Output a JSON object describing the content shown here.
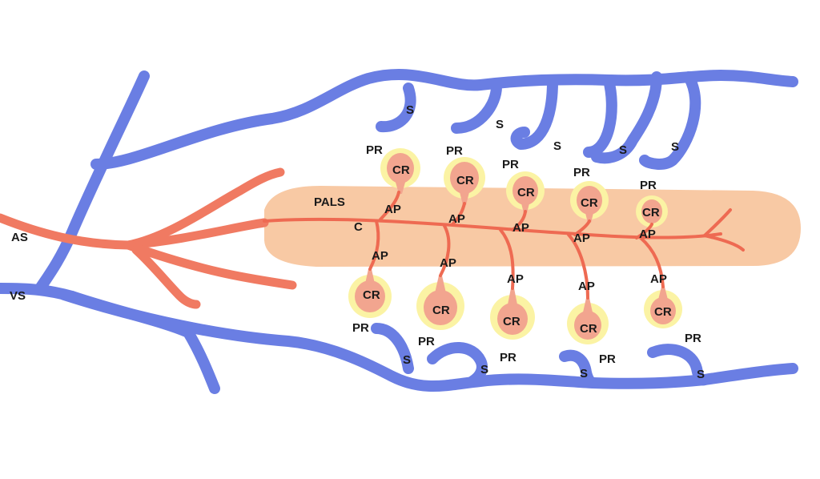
{
  "labels": {
    "as": "AS",
    "vs": "VS",
    "pals": "PALS",
    "c": "C",
    "ap": "AP",
    "cr": "CR",
    "pr": "PR",
    "s": "S"
  },
  "colors": {
    "vein": "#6a7ee3",
    "artery": "#f07a62",
    "sheath": "#f8c9a4",
    "halo": "#fbf3a4",
    "core": "#f2a58f"
  }
}
